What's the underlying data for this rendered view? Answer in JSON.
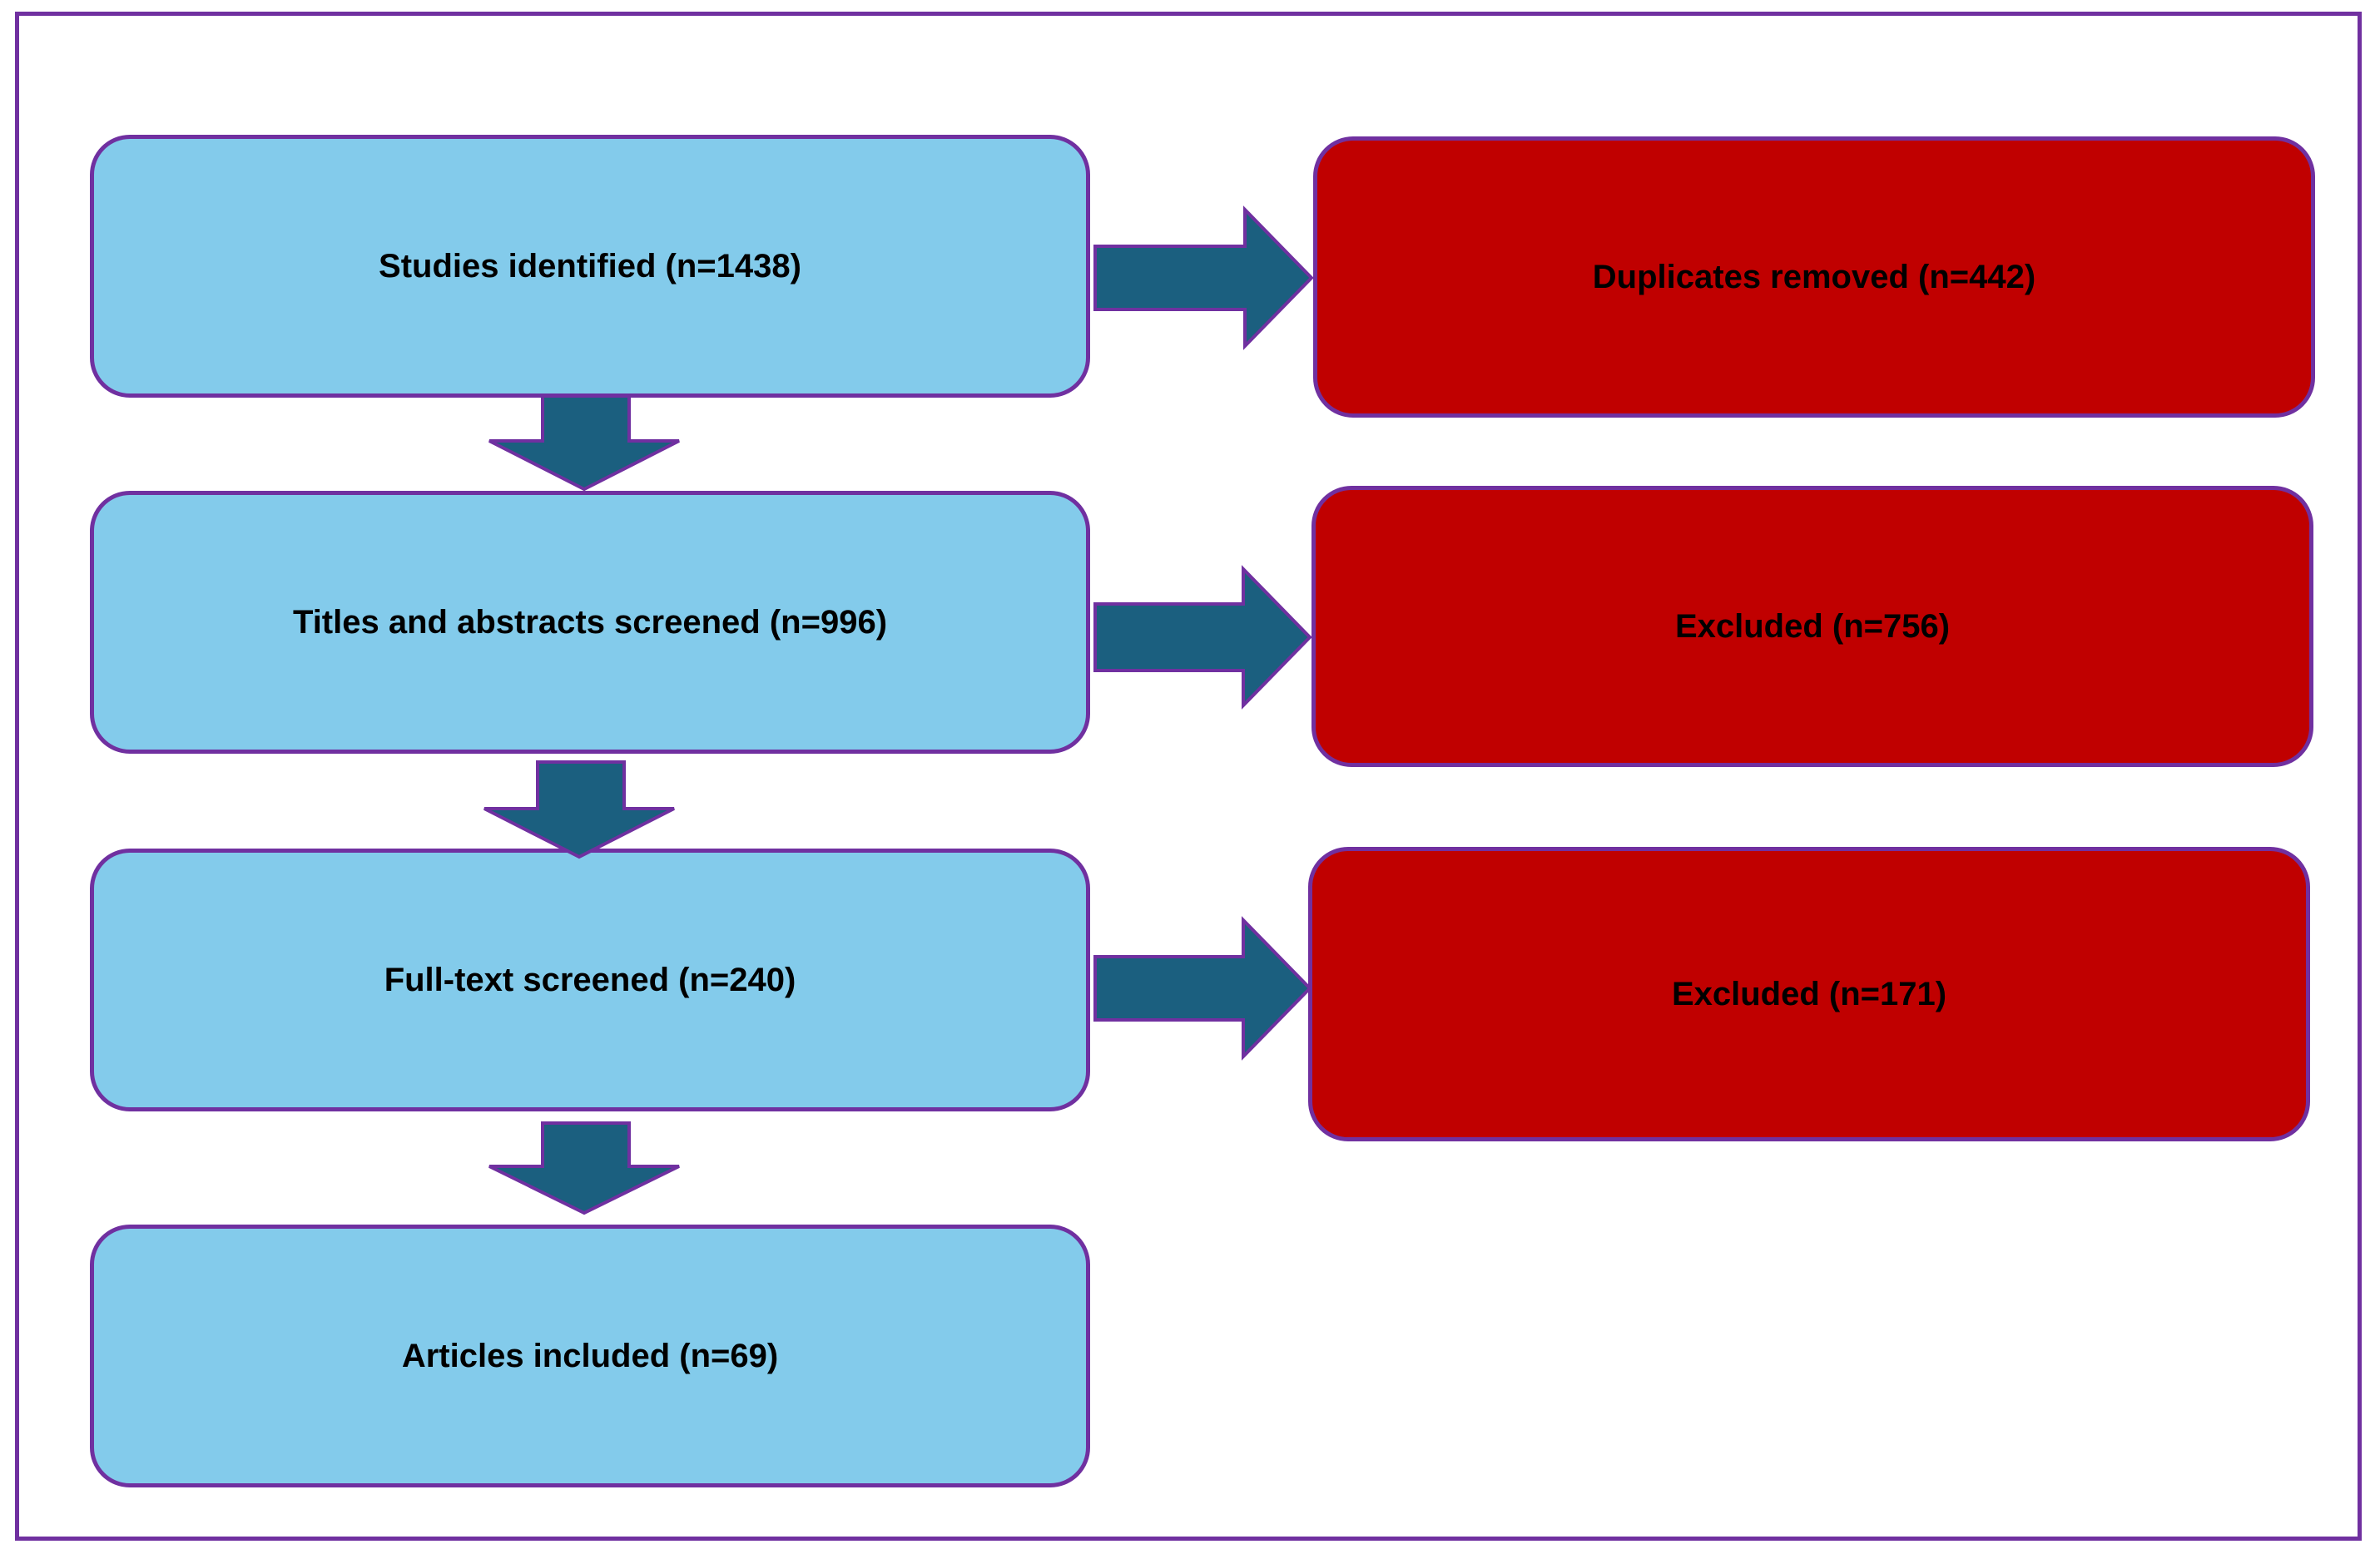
{
  "flow": {
    "stages": [
      {
        "label": "Studies identified (n=1438)"
      },
      {
        "label": "Titles and abstracts screened (n=996)"
      },
      {
        "label": "Full-text screened (n=240)"
      },
      {
        "label": "Articles included (n=69)"
      }
    ],
    "exclusions": [
      {
        "label": "Duplicates removed (n=442)"
      },
      {
        "label": "Excluded (n=756)"
      },
      {
        "label": "Excluded (n=171)"
      }
    ]
  },
  "colors": {
    "frame_border": "#7030a0",
    "stage_fill": "#83cbeb",
    "exclusion_fill": "#c00000",
    "arrow_fill": "#1b5f7f",
    "box_border": "#7030a0"
  }
}
